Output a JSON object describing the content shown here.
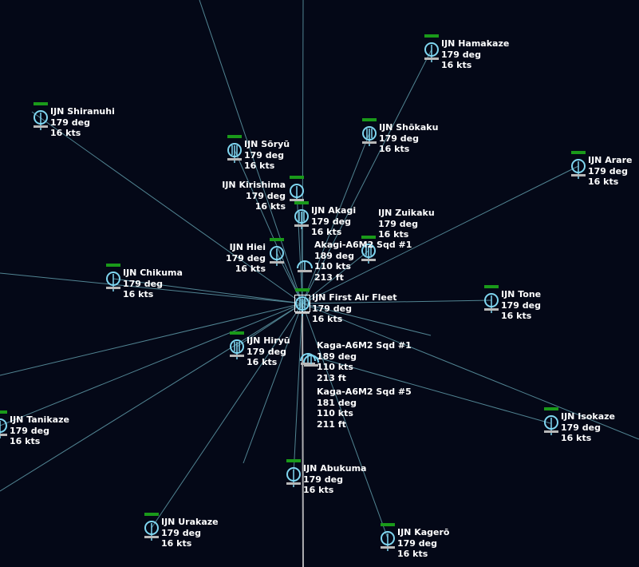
{
  "units": [
    {
      "name": "IJN Hamakaze",
      "course": "179 deg",
      "speed": "16 kts"
    },
    {
      "name": "IJN Shiranuhi",
      "course": "179 deg",
      "speed": "16 kts"
    },
    {
      "name": "IJN Shōkaku",
      "course": "179 deg",
      "speed": "16 kts"
    },
    {
      "name": "IJN Sōryū",
      "course": "179 deg",
      "speed": "16 kts"
    },
    {
      "name": "IJN Arare",
      "course": "179 deg",
      "speed": "16 kts"
    },
    {
      "name": "IJN Kirishima",
      "course": "179 deg",
      "speed": "16 kts"
    },
    {
      "name": "IJN Akagi",
      "course": "179 deg",
      "speed": "16 kts"
    },
    {
      "name": "IJN Hiei",
      "course": "179 deg",
      "speed": "16 kts"
    },
    {
      "name": "IJN Zuikaku",
      "course": "179 deg",
      "speed": "16 kts"
    },
    {
      "name": "IJN Chikuma",
      "course": "179 deg",
      "speed": "16 kts"
    },
    {
      "name": "IJN Tone",
      "course": "179 deg",
      "speed": "16 kts"
    },
    {
      "name": "IJN First Air Fleet",
      "course": "179 deg",
      "speed": "16 kts"
    },
    {
      "name": "IJN Hiryū",
      "course": "179 deg",
      "speed": "16 kts"
    },
    {
      "name": "IJN Tanikaze",
      "course": "179 deg",
      "speed": "16 kts"
    },
    {
      "name": "IJN Isokaze",
      "course": "179 deg",
      "speed": "16 kts"
    },
    {
      "name": "IJN Abukuma",
      "course": "179 deg",
      "speed": "16 kts"
    },
    {
      "name": "IJN Urakaze",
      "course": "179 deg",
      "speed": "16 kts"
    },
    {
      "name": "IJN Kagerō",
      "course": "179 deg",
      "speed": "16 kts"
    }
  ],
  "aircraft": [
    {
      "name": "Akagi-A6M2 Sqd #1",
      "course": "189 deg",
      "speed": "110 kts",
      "alt": "213 ft"
    },
    {
      "name": "Kaga-A6M2 Sqd #1",
      "course": "189 deg",
      "speed": "110 kts",
      "alt": "213 ft"
    },
    {
      "name": "Kaga-A6M2 Sqd #5",
      "course": "181 deg",
      "speed": "110 kts",
      "alt": "211 ft"
    }
  ],
  "colors": {
    "background": "#040817",
    "unit": "#7fd6f0",
    "line": "#5f9aa8",
    "health": "#1a9a1a"
  }
}
